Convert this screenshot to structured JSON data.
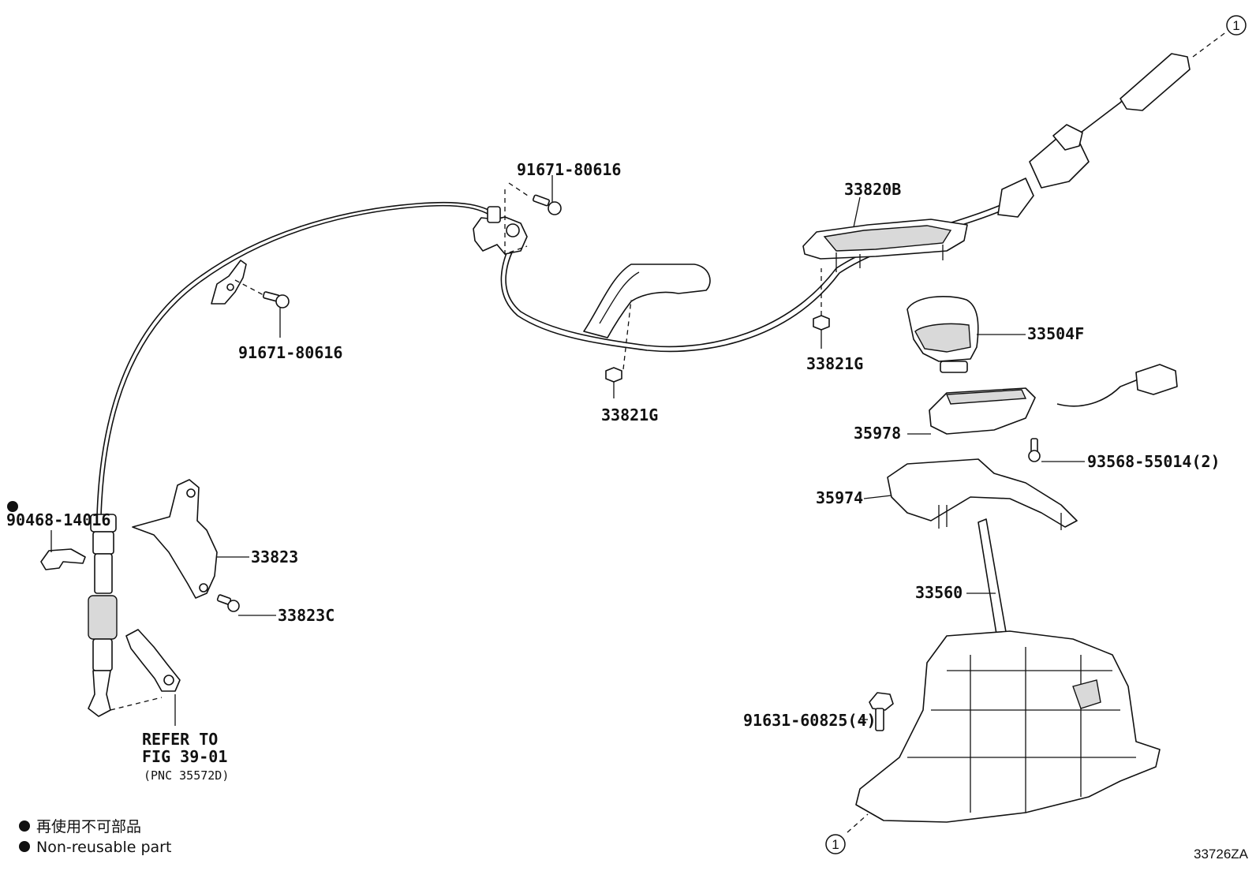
{
  "labels": {
    "p91671_top": "91671-80616",
    "p91671_left": "91671-80616",
    "p33820B": "33820B",
    "p33821G_a": "33821G",
    "p33821G_b": "33821G",
    "p33504F": "33504F",
    "p35978": "35978",
    "p93568": "93568-55014(2)",
    "p35974": "35974",
    "p33560": "33560",
    "p91631": "91631-60825(4)",
    "p90468": "90468-14016",
    "p33823": "33823",
    "p33823C": "33823C"
  },
  "refer": {
    "line1": "REFER TO",
    "line2": "FIG 39-01",
    "line3": "(PNC 35572D)"
  },
  "callout": {
    "top": "1",
    "bottom": "1"
  },
  "legend": {
    "ja": "再使用不可部品",
    "en": "Non-reusable part"
  },
  "figure_id": "33726ZA"
}
